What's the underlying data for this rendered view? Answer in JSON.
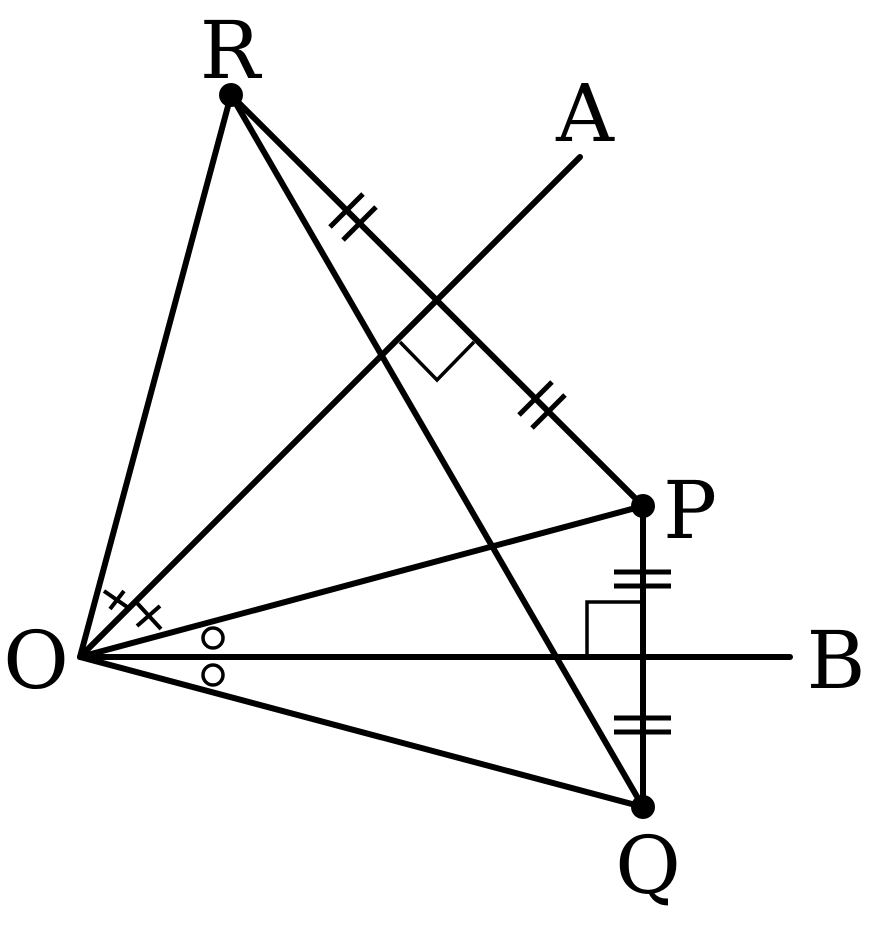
{
  "labels": {
    "O": "O",
    "A": "A",
    "B": "B",
    "P": "P",
    "Q": "Q",
    "R": "R"
  },
  "colors": {
    "ink": "#000000",
    "background": "#ffffff"
  }
}
